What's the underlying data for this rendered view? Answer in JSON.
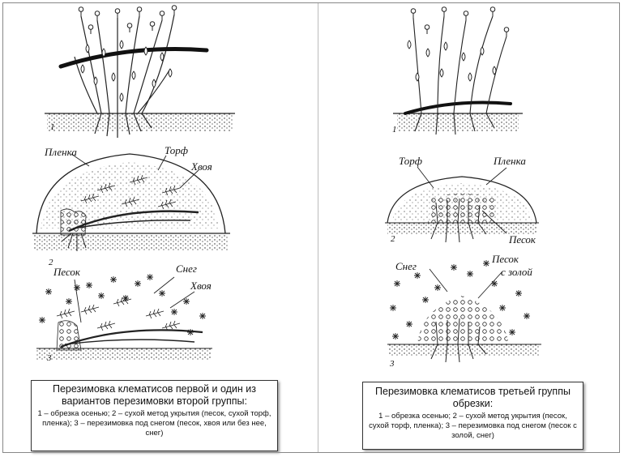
{
  "left_panel": {
    "labels": {
      "film": "Пленка",
      "peat": "Торф",
      "needles_1": "Хвоя",
      "sand": "Песок",
      "snow": "Снег",
      "needles_2": "Хвоя"
    },
    "numbers": [
      "1",
      "2",
      "3"
    ],
    "caption": {
      "title": "Перезимовка клематисов первой и один из вариантов перезимовки второй группы:",
      "text": "1 – обрезка осенью; 2 – сухой метод укрытия (песок, сухой торф, пленка); 3 – перезимовка под снегом (песок, хвоя или без нее, снег)"
    }
  },
  "right_panel": {
    "labels": {
      "peat": "Торф",
      "film": "Пленка",
      "sand": "Песок",
      "snow": "Снег",
      "sand_ash_1": "Песок",
      "sand_ash_2": "с золой"
    },
    "numbers": [
      "1",
      "2",
      "3"
    ],
    "caption": {
      "title": "Перезимовка клематисов третьей группы обрезки:",
      "text": "1 – обрезка осенью; 2 – сухой метод укрытия (песок, сухой торф, пленка); 3 – перезимовка под снегом (песок с золой, снег)"
    }
  }
}
